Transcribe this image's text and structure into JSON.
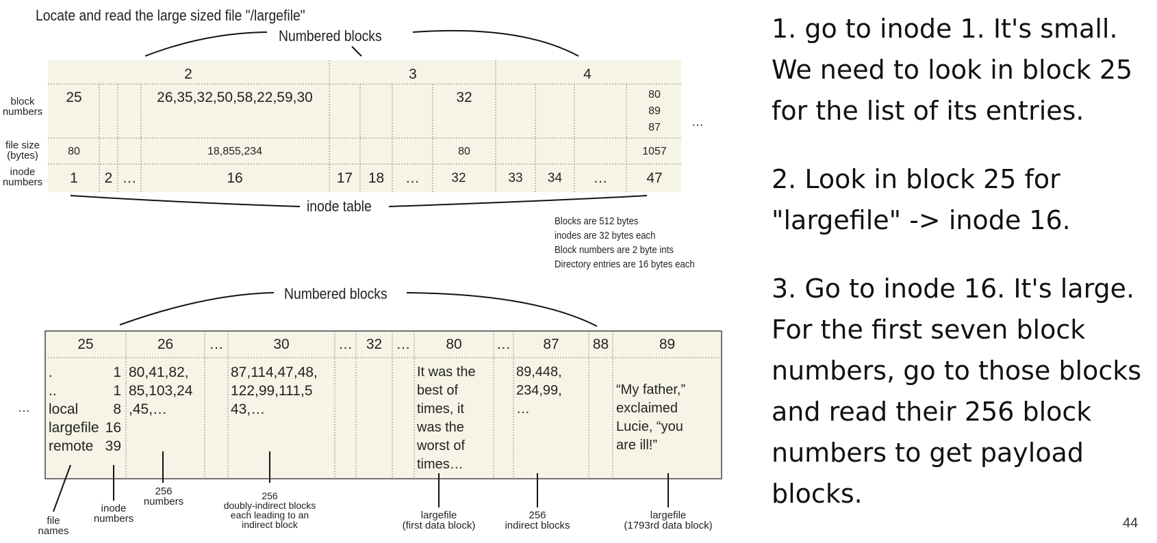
{
  "title": "Locate and read the large sized file \"/largefile\"",
  "top": {
    "numbered_blocks": "Numbered blocks",
    "row_labels": {
      "block_numbers": [
        "block",
        "numbers"
      ],
      "file_size": [
        "file size",
        "(bytes)"
      ],
      "inode_numbers": [
        "inode",
        "numbers"
      ]
    },
    "group_headers": [
      "2",
      "3",
      "4"
    ],
    "block_numbers": [
      "25",
      "26,35,32,50,58,22,59,30",
      "32",
      "80",
      "89",
      "87"
    ],
    "file_sizes": [
      "80",
      "18,855,234",
      "80",
      "1057"
    ],
    "inode_numbers": [
      "1",
      "2",
      "…",
      "16",
      "17",
      "18",
      "…",
      "32",
      "33",
      "34",
      "…",
      "47"
    ],
    "trailing_ellipsis": "…",
    "inode_table": "inode table"
  },
  "notes": [
    "Blocks are 512 bytes",
    "inodes are 32 bytes each",
    "Block numbers are 2  byte ints",
    "Directory entries are 16 bytes each"
  ],
  "bottom": {
    "numbered_blocks": "Numbered blocks",
    "headers": [
      "25",
      "26",
      "…",
      "30",
      "…",
      "32",
      "…",
      "80",
      "…",
      "87",
      "88",
      "89"
    ],
    "leading_ellipsis": "…",
    "dir_entries": [
      {
        "name": ".",
        "inode": "1"
      },
      {
        "name": "..",
        "inode": "1"
      },
      {
        "name": "local",
        "inode": "8"
      },
      {
        "name": "largefile",
        "inode": "16"
      },
      {
        "name": "remote",
        "inode": "39"
      }
    ],
    "block26": [
      "80,41,82,",
      "85,103,24",
      ",45,…"
    ],
    "block30": [
      "87,114,47,48,",
      "122,99,111,5",
      "43,…"
    ],
    "block80": [
      "It was the",
      "best of",
      "times, it",
      "was the",
      "worst of",
      "times…"
    ],
    "block87": [
      "89,448,",
      "234,99,",
      "…"
    ],
    "block89": [
      "“My father,”",
      "exclaimed",
      "Lucie, “you",
      "are ill!”"
    ],
    "captions": {
      "file_names": [
        "file",
        "names"
      ],
      "inode_numbers": [
        "inode",
        "numbers"
      ],
      "numbers_256": [
        "256",
        "numbers"
      ],
      "doubly_indirect": [
        "256",
        "doubly-indirect blocks",
        "each leading to an",
        "indirect block"
      ],
      "largefile_first": [
        "largefile",
        "(first data block)"
      ],
      "indirect_256": [
        "256",
        "indirect blocks"
      ],
      "largefile_last": [
        "largefile",
        "(1793rd data block)"
      ]
    }
  },
  "steps": [
    "1. go to inode 1.  It's small. We need to look in block 25 for the list of its entries.",
    "2. Look in block 25 for \"largefile\" -> inode 16.",
    "3. Go to inode 16.  It's large.   For the first seven block numbers, go to those blocks and read their 256 block numbers to get payload blocks."
  ],
  "page_number": "44",
  "colors": {
    "table_fill": "#f6f4e6",
    "grid": "#888888",
    "text": "#222222"
  }
}
